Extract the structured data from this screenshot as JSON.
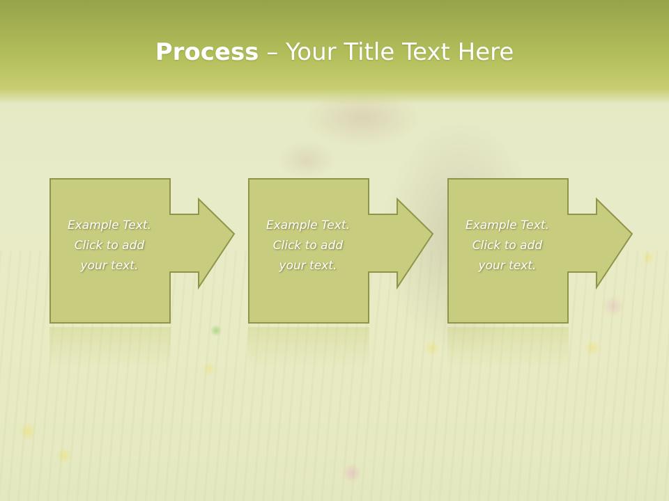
{
  "slide": {
    "title_bold": "Process",
    "title_rest": " – Your Title Text Here"
  },
  "steps": [
    {
      "line1": "Example Text.",
      "line2": "Click  to add",
      "line3": "your text."
    },
    {
      "line1": "Example Text.",
      "line2": "Click  to add",
      "line3": "your text."
    },
    {
      "line1": "Example Text.",
      "line2": "Click  to add",
      "line3": "your text."
    }
  ],
  "colors": {
    "header": "#b4bf5b",
    "box_fill": "#c8cc7e",
    "box_border": "#8e954a",
    "text": "#ffffff"
  }
}
